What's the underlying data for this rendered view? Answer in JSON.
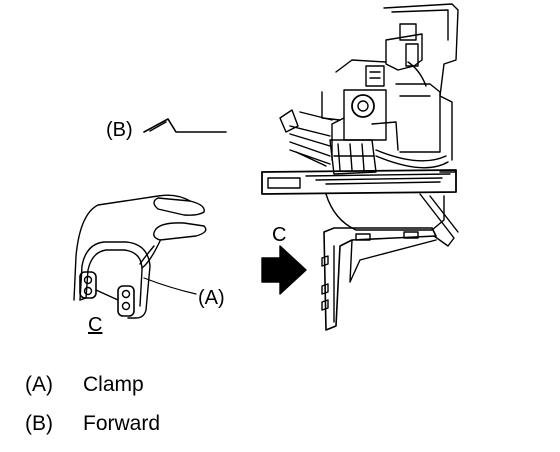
{
  "figure": {
    "callout_b": "(B)",
    "callout_a": "(A)",
    "view_c_arrow": "C",
    "view_c_detail": "C"
  },
  "legend": [
    {
      "key": "(A)",
      "text": "Clamp"
    },
    {
      "key": "(B)",
      "text": "Forward"
    }
  ]
}
